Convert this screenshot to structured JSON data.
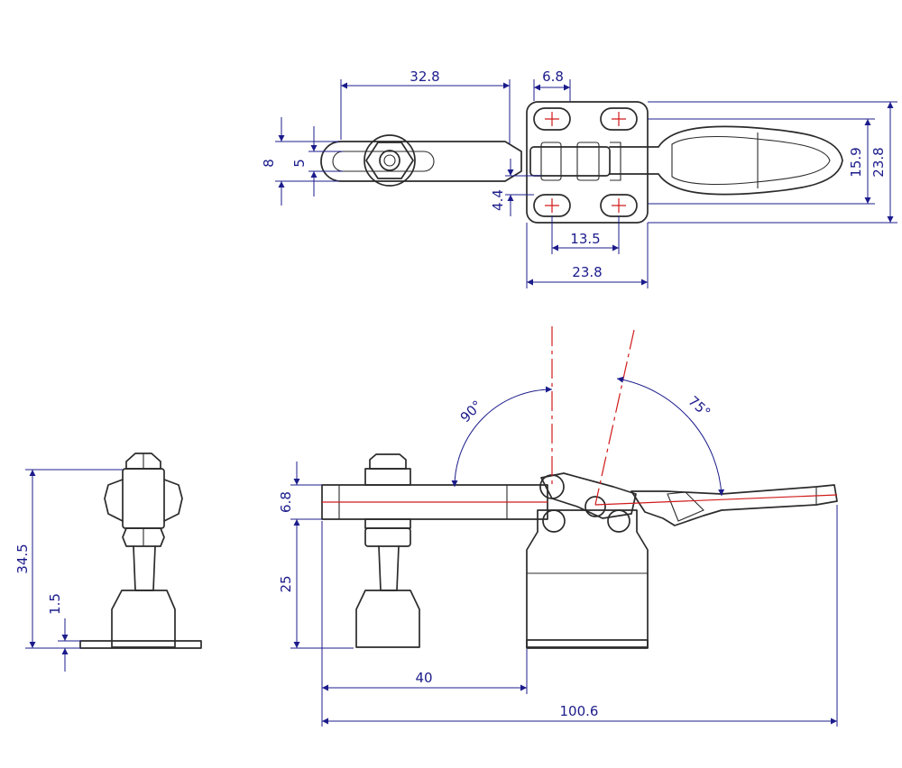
{
  "colors": {
    "outline": "#2b2b2b",
    "dimension": "#1c1c8c",
    "centerline": "#d11a1a",
    "background": "#ffffff"
  },
  "dimensions": {
    "top_slot_length": "32.8",
    "top_hole_spacing": "6.8",
    "top_handle_width": "8",
    "top_slot_width": "5",
    "top_pad_offset": "4.4",
    "top_hole_pitch": "13.5",
    "top_base_width": "23.8",
    "top_height_inner": "15.9",
    "top_height_outer": "23.8",
    "angle_open": "90°",
    "angle_handle": "75°",
    "side_bar_height": "6.8",
    "side_base_height": "25",
    "side_reach": "40",
    "side_overall_length": "100.6",
    "front_overall_height": "34.5",
    "front_foot_thickness": "1.5"
  }
}
